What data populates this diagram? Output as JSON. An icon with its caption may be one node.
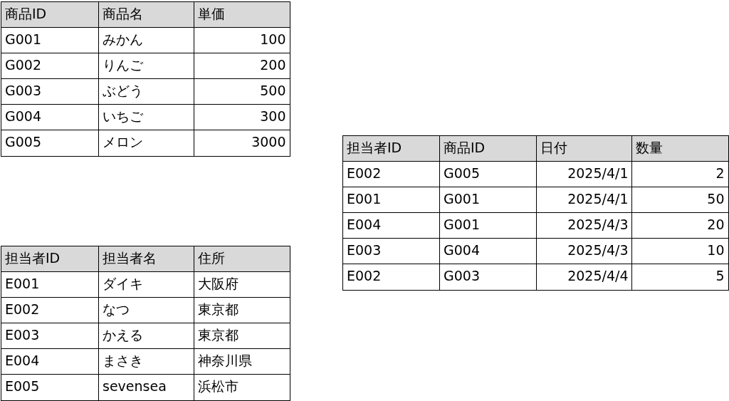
{
  "diagram": {
    "labels": [
      "商品ID",
      "商品名",
      "単価",
      "G001",
      "みかん",
      "100",
      "G002",
      "りんご",
      "200",
      "G003",
      "ぶどう",
      "500",
      "G004",
      "いちご",
      "300",
      "G005",
      "メロン",
      "3000",
      "担当者ID",
      "商品ID",
      "日付",
      "数量",
      "E002",
      "G005",
      "2025/4/1",
      "2",
      "E001",
      "G001",
      "2025/4/1",
      "50",
      "E004",
      "G001",
      "2025/4/3",
      "20",
      "E003",
      "G004",
      "2025/4/3",
      "10",
      "E002",
      "G003",
      "2025/4/4",
      "5",
      "担当者ID",
      "担当者名",
      "住所",
      "E001",
      "ダイキ",
      "大阪府",
      "E002",
      "なつ",
      "東京都",
      "E003",
      "かえる",
      "東京都",
      "E004",
      "まさき",
      "神奈川県",
      "E005",
      "sevensea",
      "浜松市"
    ]
  }
}
